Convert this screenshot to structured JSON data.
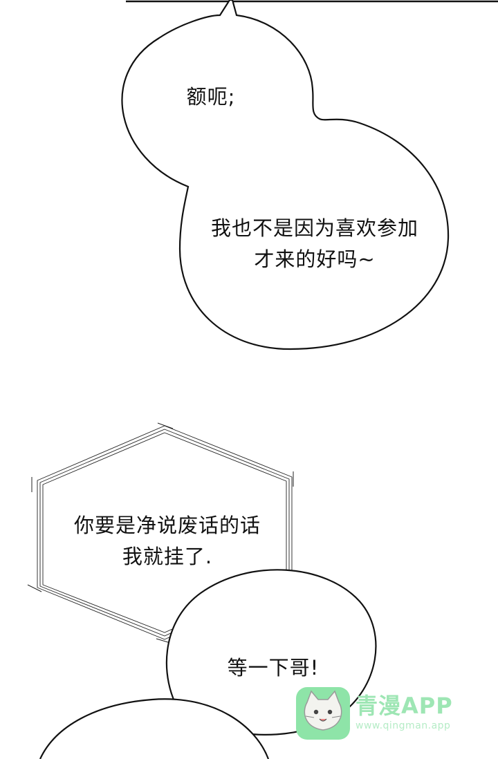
{
  "bubbles": {
    "first": "额呃;",
    "second_line1": "我也不是因为喜欢参加",
    "second_line2": "才来的好吗~",
    "hexagon_line1": "你要是净说废话的话",
    "hexagon_line2": "我就挂了.",
    "last": "等一下哥!"
  },
  "watermark": {
    "name": "青漫APP",
    "url": "www.qingman.app",
    "logo_icon": "cat-face-icon",
    "color": "#8ee4a8"
  },
  "colors": {
    "ink": "#111111",
    "paper": "#ffffff"
  }
}
